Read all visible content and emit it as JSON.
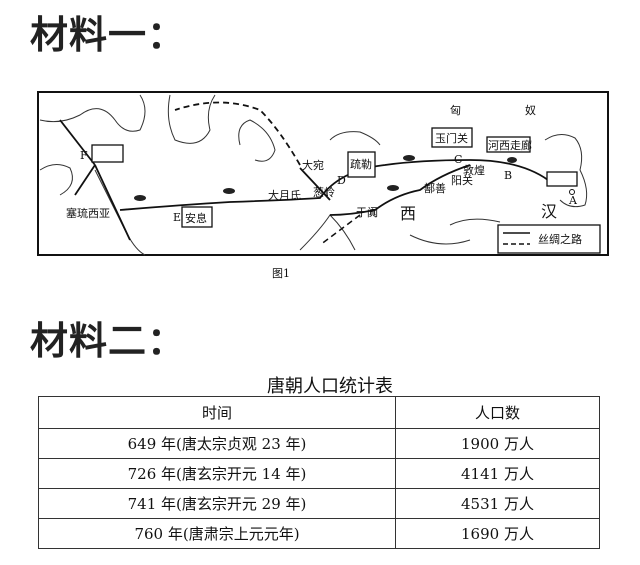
{
  "material1": {
    "heading": "材料一：",
    "caption": "图1"
  },
  "map": {
    "labels": {
      "F": "F",
      "E": "E",
      "D": "D",
      "C": "C",
      "B": "B",
      "A": "A",
      "seleucia": "塞琉西亚",
      "anxi": "安息",
      "dayuezhi": "大月氏",
      "dawan": "大宛",
      "congling": "葱岭",
      "shule": "疏勒",
      "yutian": "于阗",
      "xi": "西",
      "yumenguan": "玉门关",
      "dunhuang": "敦煌",
      "yangguan": "阳关",
      "shanshan": "鄯善",
      "hexi": "河西走廊",
      "xiong": "匈",
      "nu": "奴",
      "han": "汉"
    },
    "legend": "丝绸之路"
  },
  "material2": {
    "heading": "材料二：",
    "table_title": "唐朝人口统计表",
    "headers": [
      "时间",
      "人口数"
    ],
    "rows": [
      [
        "649 年(唐太宗贞观 23 年)",
        "1900 万人"
      ],
      [
        "726 年(唐玄宗开元 14 年)",
        "4141 万人"
      ],
      [
        "741 年(唐玄宗开元 29 年)",
        "4531 万人"
      ],
      [
        "760 年(唐肃宗上元元年)",
        "1690 万人"
      ]
    ]
  }
}
